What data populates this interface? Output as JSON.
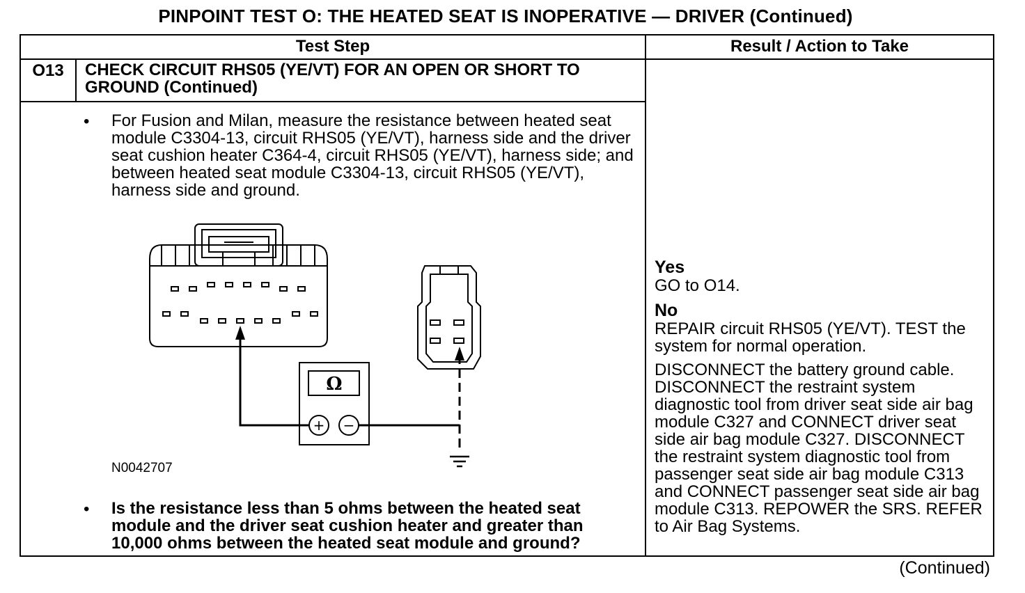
{
  "title": "PINPOINT TEST  O: THE HEATED SEAT IS INOPERATIVE — DRIVER (Continued)",
  "table": {
    "col_test_step": "Test Step",
    "col_result": "Result / Action to Take"
  },
  "step": {
    "number": "O13",
    "heading": "CHECK CIRCUIT RHS05 (YE/VT) FOR AN OPEN OR SHORT TO GROUND (Continued)",
    "bullet_symbol": "•",
    "instruction": "For Fusion and Milan, measure the resistance between heated seat module C3304-13, circuit RHS05 (YE/VT), harness side and the driver seat cushion heater C364-4, circuit RHS05 (YE/VT),  harness side; and between heated seat module C3304-13, circuit RHS05 (YE/VT), harness side and ground.",
    "question": "Is the resistance less than 5 ohms between the heated seat module and the driver seat cushion heater and greater than 10,000 ohms between the heated seat module and ground?"
  },
  "figure": {
    "id": "N0042707",
    "meter_symbol": "Ω",
    "plus": "+",
    "minus": "−"
  },
  "result": {
    "yes_label": "Yes",
    "yes_action": "GO to O14.",
    "no_label": "No",
    "no_action": "REPAIR circuit RHS05 (YE/VT). TEST the system for normal operation.",
    "procedure": "DISCONNECT the battery ground cable. DISCONNECT the restraint system diagnostic tool from driver seat side air bag module C327 and CONNECT driver seat side air bag module C327. DISCONNECT the restraint system diagnostic tool from passenger seat  side air bag module C313 and CONNECT passenger seat side air bag module C313. REPOWER the SRS. REFER to Air Bag Systems."
  },
  "footer": {
    "continued": "(Continued)"
  }
}
